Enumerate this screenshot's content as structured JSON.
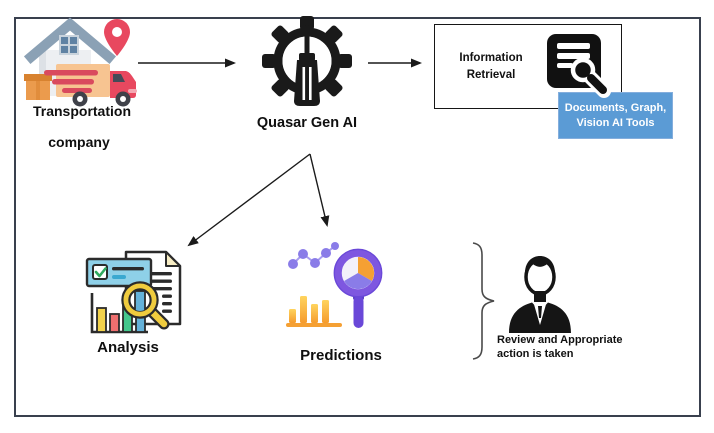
{
  "diagram_title": "",
  "nodes": {
    "transportation": {
      "line1": "Transportation",
      "line2": "company",
      "icon": "house-truck-location-icon"
    },
    "quasar": {
      "label": "Quasar Gen AI",
      "icon": "gear-screwdriver-icon"
    },
    "information_retrieval": {
      "line1": "Information",
      "line2": "Retrieval",
      "icon": "document-search-icon"
    },
    "tools_note": {
      "line1": "Documents, Graph,",
      "line2": "Vision AI Tools"
    },
    "analysis": {
      "label": "Analysis",
      "icon": "report-chart-magnifier-icon"
    },
    "predictions": {
      "label": "Predictions",
      "icon": "forecast-chart-magnifier-icon"
    },
    "review": {
      "line1": "Review and Appropriate",
      "line2": "action is taken",
      "icon": "person-icon"
    }
  },
  "connections": [
    {
      "from": "transportation",
      "to": "quasar",
      "style": "arrow"
    },
    {
      "from": "quasar",
      "to": "information_retrieval",
      "style": "arrow"
    },
    {
      "from": "quasar",
      "to": "analysis",
      "style": "arrow"
    },
    {
      "from": "quasar",
      "to": "predictions",
      "style": "arrow"
    },
    {
      "from": "analysis+predictions",
      "to": "review",
      "style": "brace"
    }
  ],
  "colors": {
    "tools_note_bg": "#5b9bd5",
    "tools_note_text": "#ffffff",
    "frame_border": "#39404e",
    "arrow": "#1a1a1a",
    "predictions_purple": "#7e57e0",
    "predictions_orange": "#f5a033",
    "analysis_yellow": "#f0cc3e",
    "pin_red": "#e8485f"
  }
}
